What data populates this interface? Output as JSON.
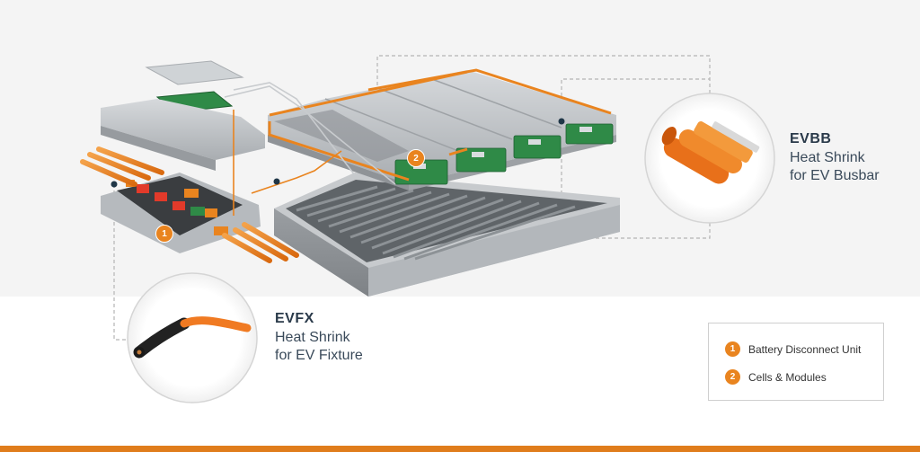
{
  "callouts": {
    "evbb": {
      "code": "EVBB",
      "line1": "Heat Shrink",
      "line2": "for EV Busbar",
      "icon": "busbar-heat-shrink-tubes-icon"
    },
    "evfx": {
      "code": "EVFX",
      "line1": "Heat Shrink",
      "line2": "for EV Fixture",
      "icon": "cable-heat-shrink-icon"
    }
  },
  "markers": [
    {
      "number": "1"
    },
    {
      "number": "2"
    }
  ],
  "legend": {
    "items": [
      {
        "number": "1",
        "label": "Battery Disconnect Unit"
      },
      {
        "number": "2",
        "label": "Cells & Modules"
      }
    ]
  },
  "colors": {
    "accent": "#e9841f",
    "bottom_bar": "#e07d1c",
    "title_text": "#2a3a4a",
    "metal": "#b8bcc0"
  }
}
